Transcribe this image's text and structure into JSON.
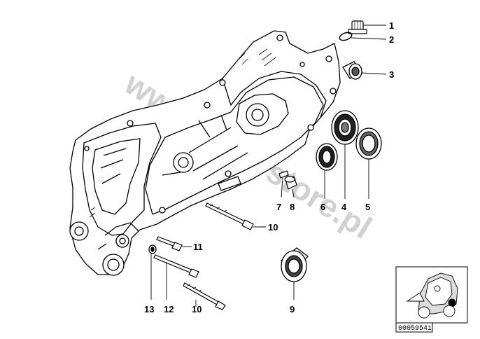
{
  "watermark": "www.bmw-store.pl",
  "callouts": {
    "c1": "1",
    "c2": "2",
    "c3": "3",
    "c4": "4",
    "c5": "5",
    "c6": "6",
    "c7": "7",
    "c8": "8",
    "c9": "9",
    "c10a": "10",
    "c10b": "10",
    "c11": "11",
    "c12": "12",
    "c13": "13"
  },
  "reference_number": "00059541"
}
